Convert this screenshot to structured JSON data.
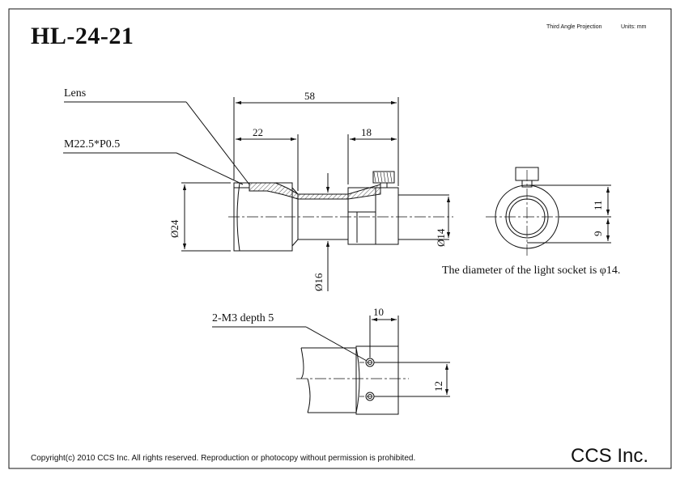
{
  "title": "HL-24-21",
  "header": {
    "projection": "Third Angle Projection",
    "units": "Units: mm"
  },
  "labels": {
    "lens": "Lens",
    "thread": "M22.5*P0.5",
    "holes": "2-M3 depth 5"
  },
  "dimensions": {
    "overall_length": "58",
    "front_length": "22",
    "rear_length": "18",
    "dia_24": "Ø24",
    "dia_16": "Ø16",
    "dia_14": "Ø14",
    "height_11": "11",
    "height_9": "9",
    "hole_offset": "10",
    "hole_pitch": "12"
  },
  "note": "The diameter of the light socket is φ14.",
  "footer": {
    "copyright": "Copyright(c) 2010  CCS Inc. All rights reserved.  Reproduction or photocopy without permission is prohibited.",
    "company": "CCS Inc."
  },
  "colors": {
    "line": "#111111",
    "hatch": "#555555",
    "paper": "#ffffff"
  }
}
